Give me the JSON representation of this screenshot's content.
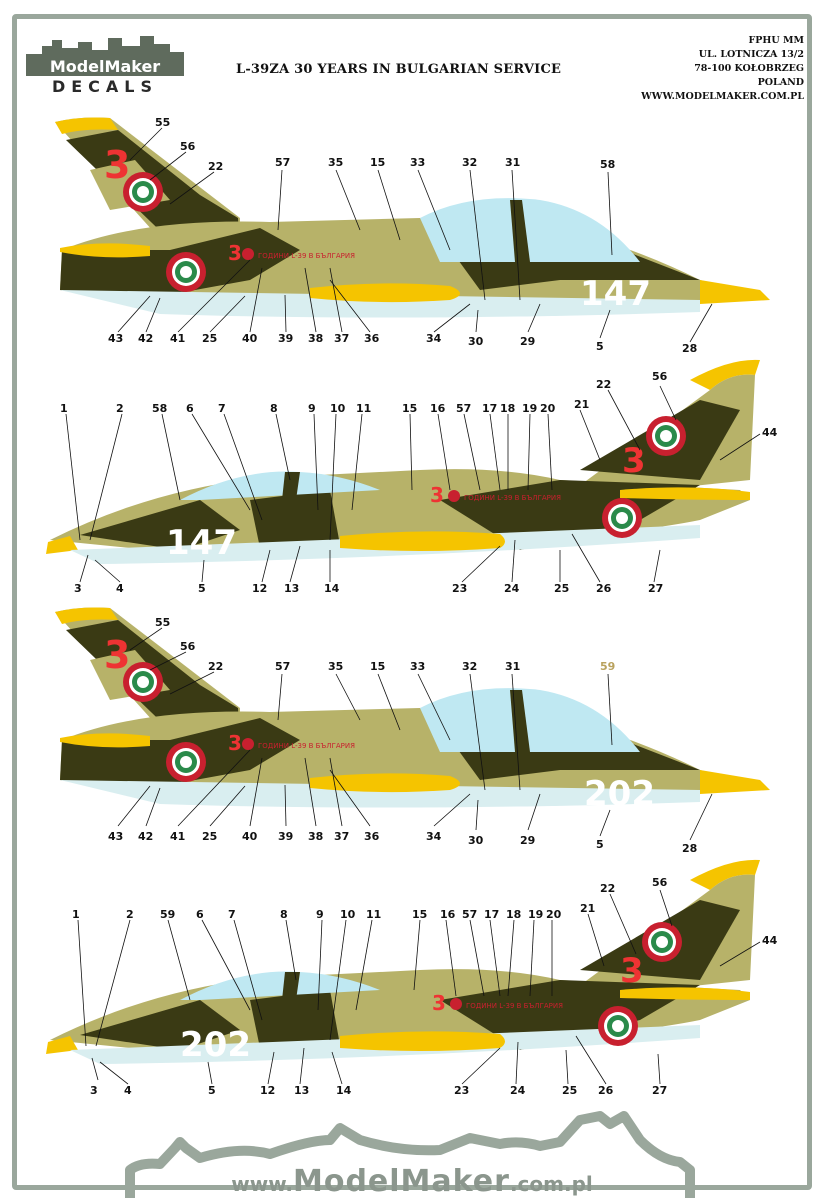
{
  "header": {
    "logo_top": "ModelMaker",
    "logo_bottom": "DECALS",
    "title": "L-39ZA 30 YEARS IN BULGARIAN SERVICE",
    "address": [
      "FPHU MM",
      "UL. LOTNICZA 13/2",
      "78-100 KOŁOBRZEG",
      "POLAND",
      "WWW.MODELMAKER.COM.PL"
    ]
  },
  "aircraft": [
    {
      "tail_number": "147",
      "inscription": "ГОДИНИ L-39 В БЪЛГАРИЯ",
      "fin_code": "3",
      "side": "left"
    },
    {
      "tail_number": "147",
      "inscription": "ГОДИНИ L-39 В БЪЛГАРИЯ",
      "fin_code": "3",
      "side": "right"
    },
    {
      "tail_number": "202",
      "inscription": "ГОДИНИ L-39 В БЪЛГАРИЯ",
      "fin_code": "3",
      "side": "left"
    },
    {
      "tail_number": "202",
      "inscription": "ГОДИНИ L-39 В БЪЛГАРИЯ",
      "fin_code": "3",
      "side": "right"
    }
  ],
  "callouts": {
    "p1_top": [
      "55",
      "56",
      "22",
      "57",
      "35",
      "15",
      "33",
      "32",
      "31",
      "58"
    ],
    "p1_bottom": [
      "43",
      "42",
      "41",
      "25",
      "40",
      "39",
      "38",
      "37",
      "36",
      "34",
      "30",
      "29",
      "5",
      "28"
    ],
    "p2_top": [
      "1",
      "2",
      "58",
      "6",
      "7",
      "8",
      "9",
      "10",
      "11",
      "15",
      "16",
      "57",
      "17",
      "18",
      "19",
      "20",
      "21",
      "22",
      "56",
      "44"
    ],
    "p2_bottom": [
      "3",
      "4",
      "5",
      "12",
      "13",
      "14",
      "23",
      "24",
      "25",
      "26",
      "27"
    ],
    "p3_top": [
      "55",
      "56",
      "22",
      "57",
      "35",
      "15",
      "33",
      "32",
      "31",
      "59"
    ],
    "p3_bottom": [
      "43",
      "42",
      "41",
      "25",
      "40",
      "39",
      "38",
      "37",
      "36",
      "34",
      "30",
      "29",
      "5",
      "28"
    ],
    "p4_top": [
      "1",
      "2",
      "59",
      "6",
      "7",
      "8",
      "9",
      "10",
      "11",
      "15",
      "16",
      "57",
      "17",
      "18",
      "19",
      "20",
      "21",
      "22",
      "56",
      "44"
    ],
    "p4_bottom": [
      "3",
      "4",
      "5",
      "12",
      "13",
      "14",
      "23",
      "24",
      "25",
      "26",
      "27"
    ]
  },
  "footer": {
    "url_prefix": "www.",
    "url_brand": "ModelMaker",
    "url_suffix": ".com.pl"
  },
  "colors": {
    "olive": "#b7b269",
    "dark_green": "#3a3a14",
    "yellow": "#f5c400",
    "canopy": "#bfe8f2",
    "belly": "#d9eef0",
    "roundel_red": "#c8202f",
    "roundel_green": "#2a8a4a",
    "frame": "#9aa79c"
  }
}
